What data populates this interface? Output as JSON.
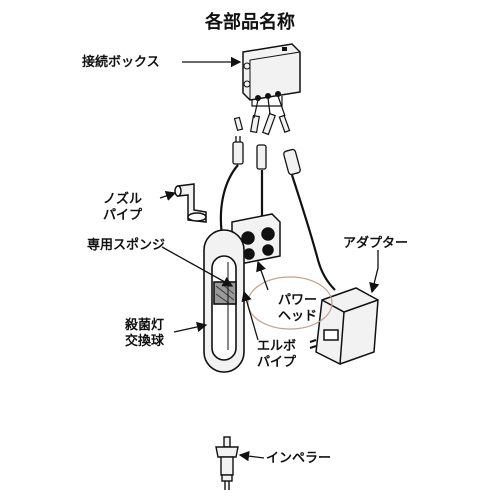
{
  "title": "各部品名称",
  "labels": {
    "junction_box": "接続ボックス",
    "nozzle_pipe_1": "ノズル",
    "nozzle_pipe_2": "パイプ",
    "sponge": "専用スポンジ",
    "adapter": "アダプター",
    "power_head_1": "パワー",
    "power_head_2": "ヘッド",
    "uv_lamp_1": "殺菌灯",
    "uv_lamp_2": "交換球",
    "elbow_pipe_1": "エルボ",
    "elbow_pipe_2": "パイプ",
    "impeller": "インペラー"
  },
  "colors": {
    "line": "#111111",
    "part_fill": "#f2f2f2",
    "highlight_circle": "#c8a08a"
  }
}
